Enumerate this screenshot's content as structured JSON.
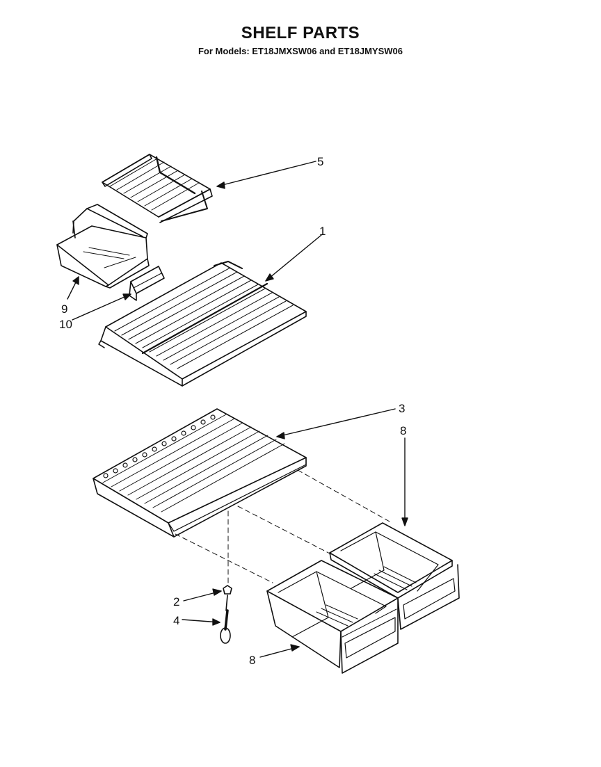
{
  "header": {
    "title": "SHELF PARTS",
    "subtitle": "For Models: ET18JMXSW06 and ET18JMYSW06"
  },
  "callouts": [
    {
      "id": "part-5",
      "label": "5"
    },
    {
      "id": "part-1",
      "label": "1"
    },
    {
      "id": "part-9",
      "label": "9"
    },
    {
      "id": "part-10",
      "label": "10"
    },
    {
      "id": "part-3",
      "label": "3"
    },
    {
      "id": "part-8-top",
      "label": "8"
    },
    {
      "id": "part-2",
      "label": "2"
    },
    {
      "id": "part-4",
      "label": "4"
    },
    {
      "id": "part-8-bottom",
      "label": "8"
    }
  ]
}
